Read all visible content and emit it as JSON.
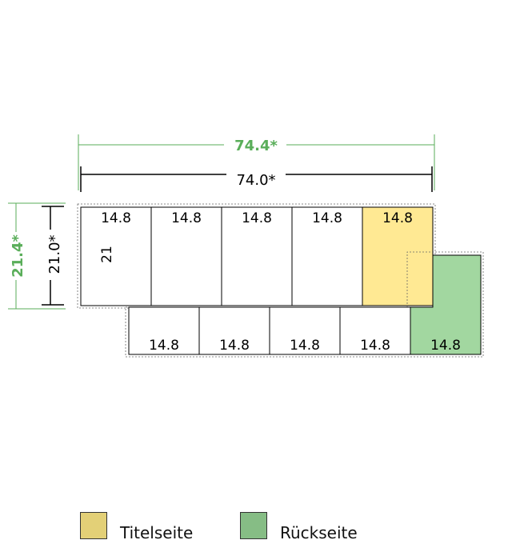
{
  "dimensions": {
    "total_width_with_bleed": "74.4*",
    "total_width": "74.0*",
    "height_with_bleed": "21.4*",
    "height": "21.0*",
    "inner_height_label": "21"
  },
  "panels_top": [
    {
      "label": "14.8",
      "fill": "#ffffff"
    },
    {
      "label": "14.8",
      "fill": "#ffffff"
    },
    {
      "label": "14.8",
      "fill": "#ffffff"
    },
    {
      "label": "14.8",
      "fill": "#ffffff"
    },
    {
      "label": "14.8",
      "fill": "#ffe993"
    }
  ],
  "panels_bottom": [
    {
      "label": "14.8",
      "fill": "#ffffff"
    },
    {
      "label": "14.8",
      "fill": "#ffffff"
    },
    {
      "label": "14.8",
      "fill": "#ffffff"
    },
    {
      "label": "14.8",
      "fill": "#ffffff"
    },
    {
      "label": "14.8",
      "fill": "#a2d7a0"
    }
  ],
  "legend": [
    {
      "label": "Titelseite",
      "color": "#e3d077"
    },
    {
      "label": "Rückseite",
      "color": "#86bd85"
    }
  ],
  "colors": {
    "bleed_green": "#5aae5a",
    "line_black": "#000000",
    "title_page": "#ffe993",
    "back_page": "#a2d7a0"
  }
}
